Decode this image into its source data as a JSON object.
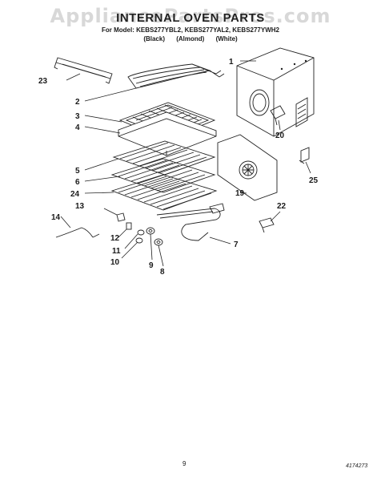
{
  "header": {
    "watermark": "AppliancePartsPros.com",
    "title": "INTERNAL OVEN PARTS",
    "models": "For Model: KEBS277YBL2, KEBS277YAL2, KEBS277YWH2",
    "finishes": [
      "(Black)",
      "(Almond)",
      "(White)"
    ]
  },
  "callouts": [
    {
      "id": "1",
      "label": "1"
    },
    {
      "id": "2",
      "label": "2"
    },
    {
      "id": "3",
      "label": "3"
    },
    {
      "id": "4",
      "label": "4"
    },
    {
      "id": "5",
      "label": "5"
    },
    {
      "id": "6",
      "label": "6"
    },
    {
      "id": "7",
      "label": "7"
    },
    {
      "id": "8",
      "label": "8"
    },
    {
      "id": "9",
      "label": "9"
    },
    {
      "id": "10",
      "label": "10"
    },
    {
      "id": "11",
      "label": "11"
    },
    {
      "id": "12",
      "label": "12"
    },
    {
      "id": "13",
      "label": "13"
    },
    {
      "id": "14",
      "label": "14"
    },
    {
      "id": "19",
      "label": "19"
    },
    {
      "id": "20",
      "label": "20"
    },
    {
      "id": "22",
      "label": "22"
    },
    {
      "id": "23",
      "label": "23"
    },
    {
      "id": "24",
      "label": "24"
    },
    {
      "id": "25",
      "label": "25"
    }
  ],
  "footer": {
    "page_number": "9",
    "document_number": "4174273"
  }
}
